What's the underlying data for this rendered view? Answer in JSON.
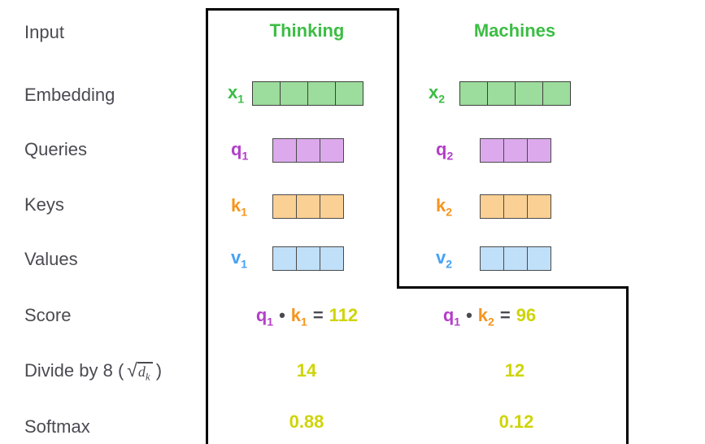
{
  "palette": {
    "word_green": "#3cbd44",
    "embedding_fill": "#9cdc9c",
    "query_purple": "#b33fc8",
    "query_fill": "#dcaaec",
    "key_orange": "#f6951d",
    "key_fill": "#fbd094",
    "value_blue": "#45a1f6",
    "value_fill": "#c0dff8",
    "result_yellow": "#cfd408",
    "label_gray": "#4a4a52",
    "box_outline": "#000000"
  },
  "row_labels": {
    "input": "Input",
    "embedding": "Embedding",
    "queries": "Queries",
    "keys": "Keys",
    "values": "Values",
    "score": "Score",
    "divide_prefix": "Divide by 8 (",
    "divide_radical": "√",
    "divide_arg_base": "d",
    "divide_arg_sub": "k",
    "divide_suffix": ")",
    "softmax": "Softmax"
  },
  "columns": [
    {
      "title": "Thinking",
      "vectors": {
        "embedding": {
          "label_base": "x",
          "label_sub": "1",
          "cells": 4
        },
        "query": {
          "label_base": "q",
          "label_sub": "1",
          "cells": 3
        },
        "key": {
          "label_base": "k",
          "label_sub": "1",
          "cells": 3
        },
        "value": {
          "label_base": "v",
          "label_sub": "1",
          "cells": 3
        }
      },
      "score": {
        "q_base": "q",
        "q_sub": "1",
        "dot": "•",
        "k_base": "k",
        "k_sub": "1",
        "equals": "=",
        "value": "112"
      },
      "divided_value": "14",
      "softmax_value": "0.88"
    },
    {
      "title": "Machines",
      "vectors": {
        "embedding": {
          "label_base": "x",
          "label_sub": "2",
          "cells": 4
        },
        "query": {
          "label_base": "q",
          "label_sub": "2",
          "cells": 3
        },
        "key": {
          "label_base": "k",
          "label_sub": "2",
          "cells": 3
        },
        "value": {
          "label_base": "v",
          "label_sub": "2",
          "cells": 3
        }
      },
      "score": {
        "q_base": "q",
        "q_sub": "1",
        "dot": "•",
        "k_base": "k",
        "k_sub": "2",
        "equals": "=",
        "value": "96"
      },
      "divided_value": "12",
      "softmax_value": "0.12"
    }
  ]
}
